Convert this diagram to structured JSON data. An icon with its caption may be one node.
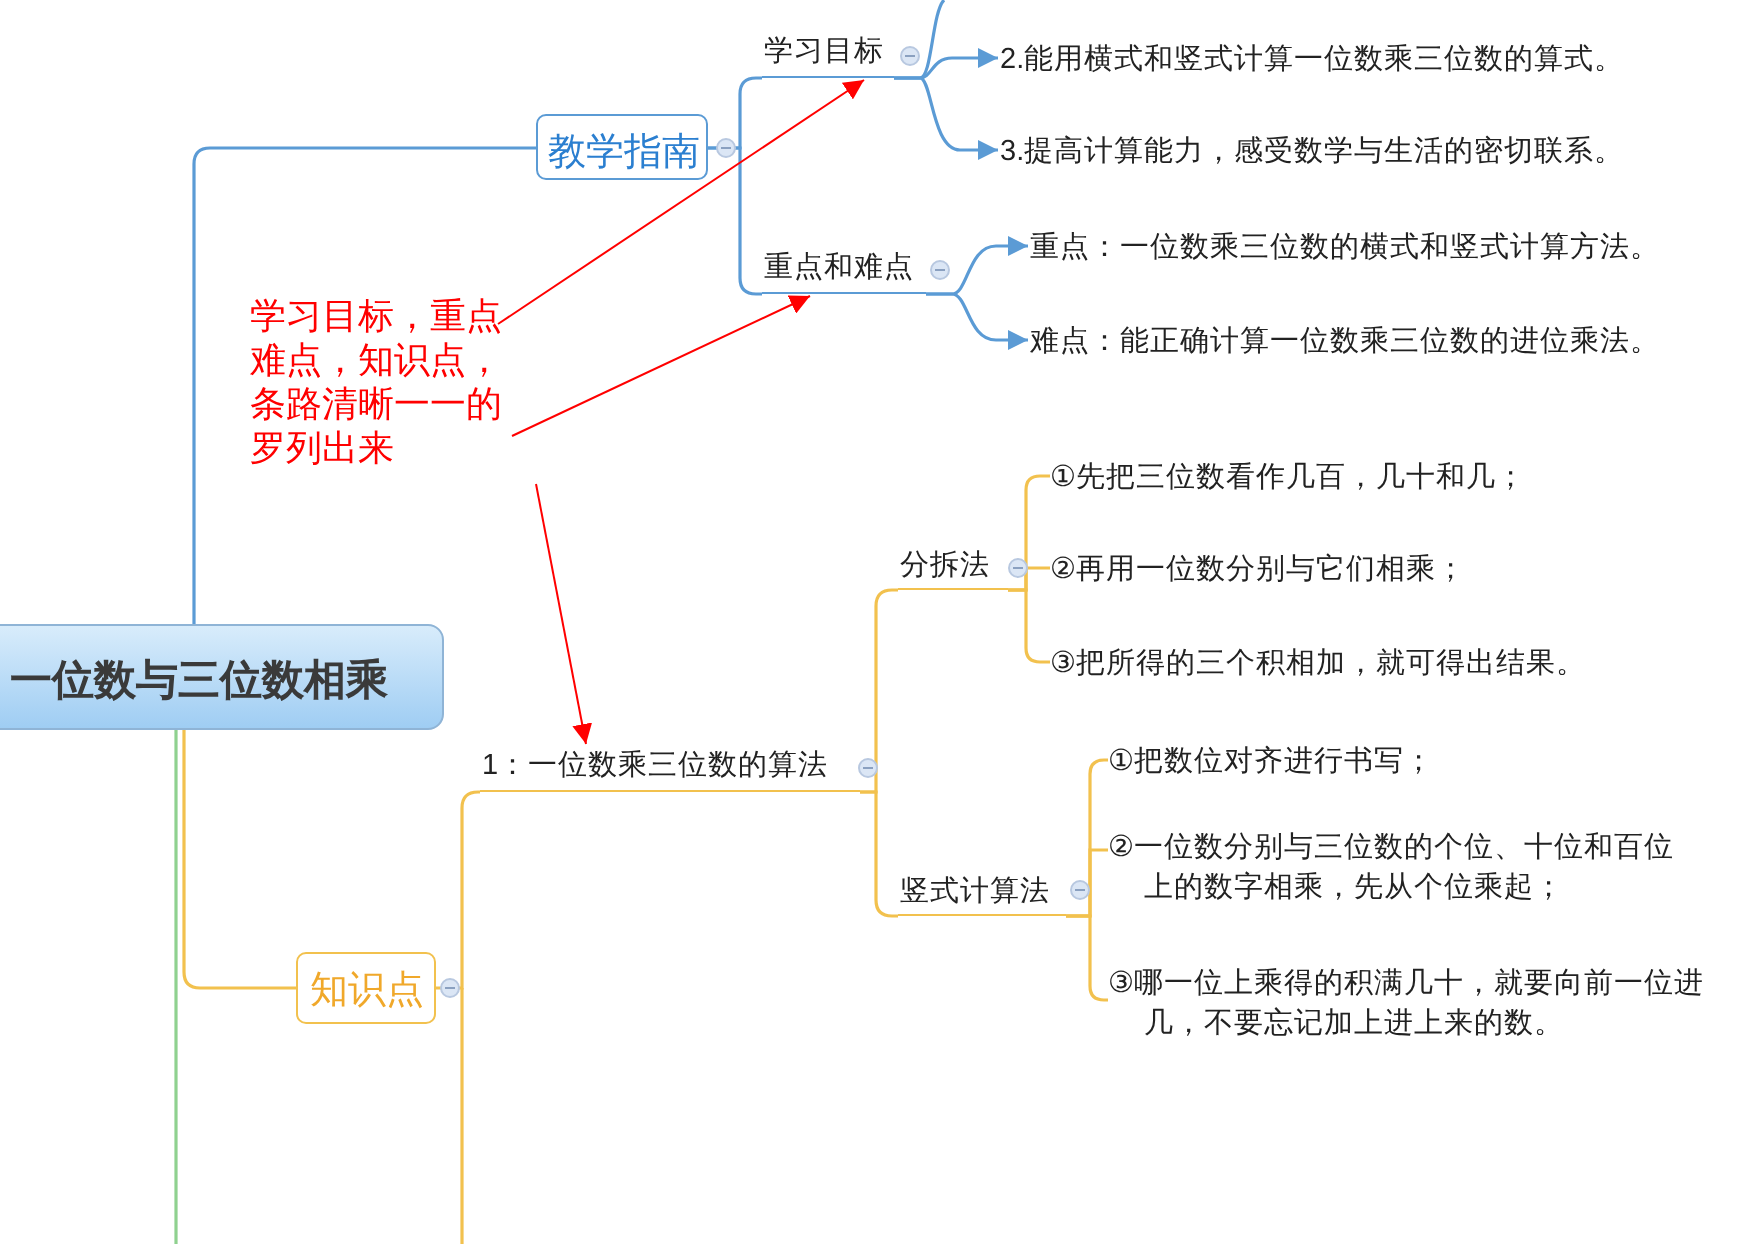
{
  "diagram": {
    "nodes": [
      {
        "text": [
          "一位数与三位数相乘"
        ]
      },
      {
        "text": [
          "教学指南"
        ]
      },
      {
        "text": [
          "学习目标"
        ]
      },
      {
        "text": [
          "2.能用横式和竖式计算一位数乘三位数的算式。"
        ]
      },
      {
        "text": [
          "3.提高计算能力，感受数学与生活的密切联系。"
        ]
      },
      {
        "text": [
          "重点和难点"
        ]
      },
      {
        "text": [
          "重点：一位数乘三位数的横式和竖式计算方法。"
        ]
      },
      {
        "text": [
          "难点：能正确计算一位数乘三位数的进位乘法。"
        ]
      },
      {
        "text": [
          "学习目标，重点难点，知识点，条路清晰一一的罗列出来"
        ]
      },
      {
        "text": [
          "知识点"
        ]
      },
      {
        "text": [
          "1：一位数乘三位数的算法"
        ]
      },
      {
        "text": [
          "分拆法"
        ]
      },
      {
        "text": [
          "①先把三位数看作几百，几十和几；"
        ]
      },
      {
        "text": [
          "②再用一位数分别与它们相乘；"
        ]
      },
      {
        "text": [
          "③把所得的三个积相加，就可得出结果。"
        ]
      },
      {
        "text": [
          "竖式计算法"
        ]
      },
      {
        "text": [
          "①把数位对齐进行书写；"
        ]
      },
      {
        "text": [
          "②一位数分别与三位数的个位、十位和百位上的数字相乘，先从个位乘起；"
        ]
      },
      {
        "text": [
          "③哪一位上乘得的积满几十，就要向前一位进几，不要忘记加上进上来的数。"
        ]
      }
    ],
    "edges": [
      {
        "from": 0,
        "to": 1,
        "arrow": "none",
        "color": "#5b9bd5"
      },
      {
        "from": 0,
        "to": 9,
        "arrow": "none"
      },
      {
        "from": 0,
        "to": null,
        "arrow": "none",
        "color": "#8fd18f"
      },
      {
        "from": 1,
        "to": 2,
        "arrow": "none",
        "color": "#5b9bd5"
      },
      {
        "from": 1,
        "to": 5,
        "arrow": "none",
        "color": "#5b9bd5"
      },
      {
        "from": 2,
        "to": null,
        "arrow": "none",
        "color": "#5b9bd5"
      },
      {
        "from": 2,
        "to": 3,
        "arrow": "to",
        "color": "#5b9bd5"
      },
      {
        "from": 2,
        "to": 4,
        "arrow": "to",
        "color": "#5b9bd5"
      },
      {
        "from": 5,
        "to": 6,
        "arrow": "to",
        "color": "#5b9bd5"
      },
      {
        "from": 5,
        "to": 7,
        "arrow": "to",
        "color": "#5b9bd5"
      },
      {
        "from": 9,
        "to": 10,
        "arrow": "none"
      },
      {
        "from": 9,
        "to": null,
        "arrow": "none"
      },
      {
        "from": 10,
        "to": 11,
        "arrow": "none"
      },
      {
        "from": 10,
        "to": 15,
        "arrow": "none"
      },
      {
        "from": 11,
        "to": 12,
        "arrow": "none"
      },
      {
        "from": 11,
        "to": 13,
        "arrow": "none"
      },
      {
        "from": 11,
        "to": 14,
        "arrow": "none"
      },
      {
        "from": 15,
        "to": 16,
        "arrow": "none"
      },
      {
        "from": 15,
        "to": 17,
        "arrow": "none"
      },
      {
        "from": 15,
        "to": 18,
        "arrow": "none"
      },
      {
        "from": 8,
        "to": 2,
        "arrow": "to",
        "color": "#ff0000"
      },
      {
        "from": 8,
        "to": 5,
        "arrow": "to",
        "color": "#ff0000"
      },
      {
        "from": 8,
        "to": 10,
        "arrow": "to",
        "color": "#ff0000"
      }
    ]
  }
}
